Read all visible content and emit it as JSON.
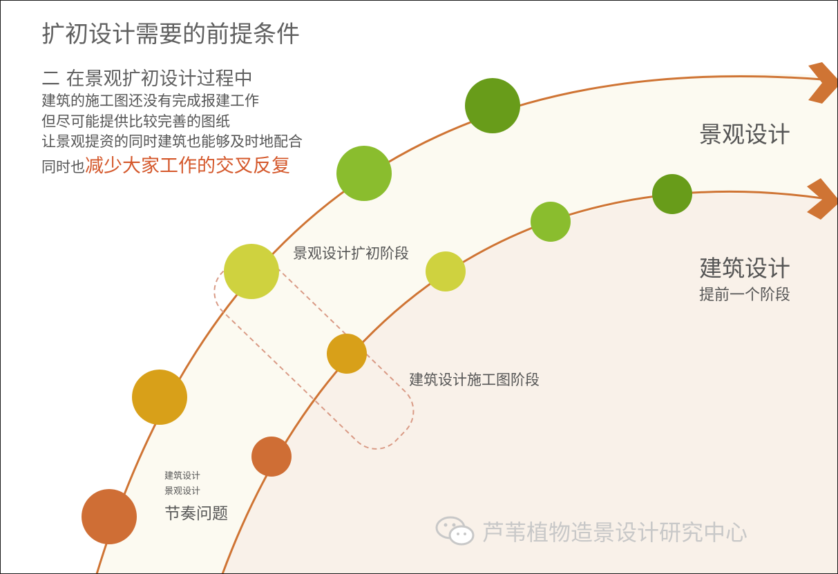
{
  "title": "扩初设计需要的前提条件",
  "intro": {
    "heading": "二  在景观扩初设计过程中",
    "lines": [
      "建筑的施工图还没有完成报建工作",
      "但尽可能提供比较完善的图纸",
      "让景观提资的同时建筑也能够及时地配合"
    ],
    "last_prefix": "同时也",
    "last_highlight": "减少大家工作的交叉反复"
  },
  "labels": {
    "landscape_track": "景观设计",
    "architecture_track": "建筑设计",
    "architecture_sub": "提前一个阶段",
    "landscape_stage": "景观设计扩初阶段",
    "architecture_stage": "建筑设计施工图阶段",
    "rhythm_line1": "建筑设计",
    "rhythm_line2": "景观设计",
    "rhythm_title": "节奏问题"
  },
  "watermark": "芦苇植物造景设计研究中心",
  "colors": {
    "arc": "#cf7434",
    "highlight": "#d4572a",
    "dark_green": "#689c1a",
    "light_green": "#8abd2e",
    "lime": "#cfd23f",
    "gold": "#d8a019",
    "orange": "#cf6e35",
    "outer_fill": "#fcfaf1",
    "inner_fill": "#f9f1e9",
    "dashed": "#d99a85"
  },
  "landscape_dots": [
    "dark_green",
    "light_green",
    "lime",
    "gold",
    "orange"
  ],
  "architecture_dots": [
    "dark_green",
    "light_green",
    "lime",
    "gold",
    "orange"
  ]
}
